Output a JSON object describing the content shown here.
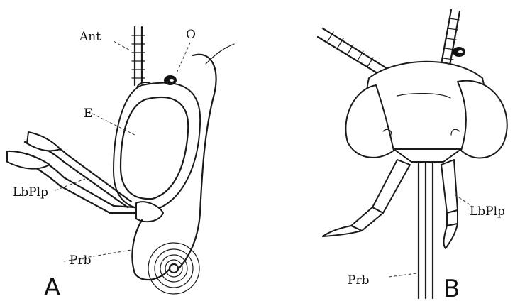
{
  "figure_a": {
    "panel_label": "A",
    "labels": {
      "antenna": "Ant",
      "ocellus": "O",
      "eye": "E",
      "labial_palp": "LbPlp",
      "proboscis": "Prb"
    }
  },
  "figure_b": {
    "panel_label": "B",
    "labels": {
      "labial_palp": "LbPlp",
      "proboscis": "Prb"
    }
  }
}
